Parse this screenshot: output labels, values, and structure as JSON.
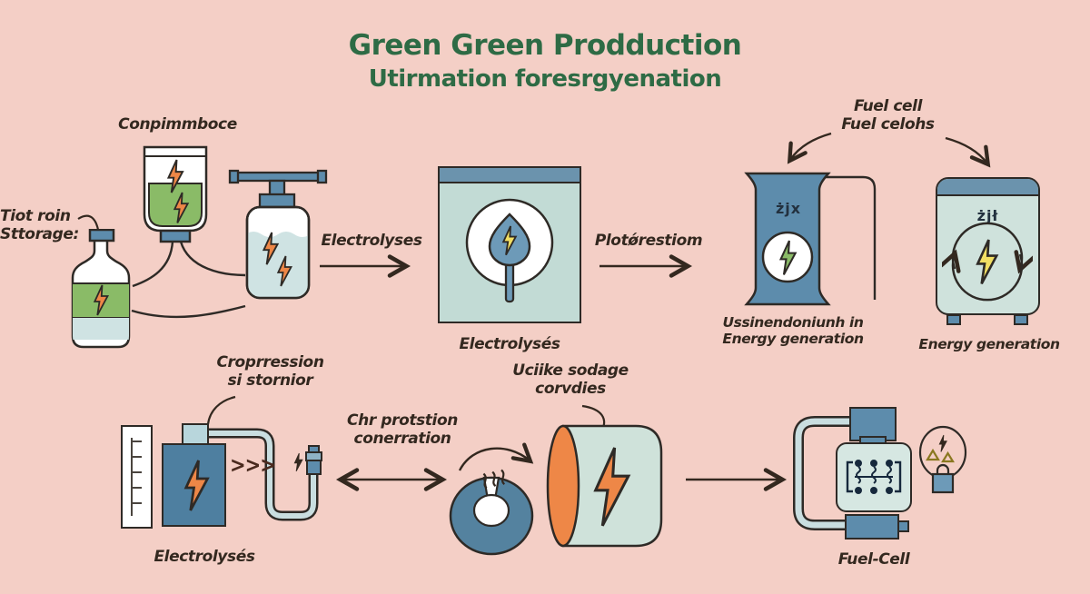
{
  "title": {
    "line1": "Green Green Prodduction",
    "line2": "Utirmation foresrgyenation"
  },
  "colors": {
    "background": "#f4cfc6",
    "title_green": "#2e6b45",
    "text_dark": "#33281f",
    "steel_blue": "#5d8cac",
    "light_teal": "#c6ddd7",
    "green_liquid": "#8abb67",
    "orange": "#ee8747",
    "yellow": "#f2df63",
    "pale_blue": "#cfe3e3"
  },
  "top": {
    "beaker_label": "Conpimmboce",
    "storage_line1": "Tiot roin",
    "storage_line2": "Sttorage:",
    "arrow1_label": "Electrolyses",
    "electrolyzer_caption": "Electrolysés",
    "arrow2_label": "Plotǿrestiom",
    "fuelcell_line1": "Fuel cell",
    "fuelcell_line2": "Fuel celohs",
    "canister_code": "żjx",
    "canister_caption_line1": "Ussinendoniunh in",
    "canister_caption_line2": "Energy generation",
    "generator_code": "żjł",
    "generator_caption": "Energy generation"
  },
  "bottom": {
    "compression_line1": "Croprression",
    "compression_line2": "si stornior",
    "electrolyser_caption": "Electrolysés",
    "chevrons": ">>>",
    "conversion_line1": "Chr protstion",
    "conversion_line2": "conerration",
    "tank_line1": "Uciike sodage",
    "tank_line2": "corvdies",
    "fuelcell_caption": "Fuel-Cell"
  }
}
